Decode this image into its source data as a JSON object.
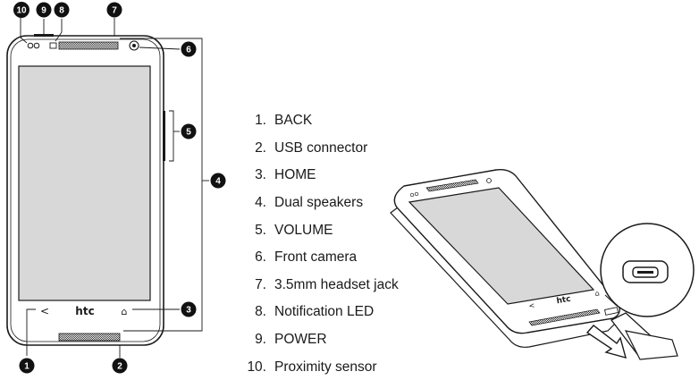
{
  "callouts": [
    "1",
    "2",
    "3",
    "4",
    "5",
    "6",
    "7",
    "8",
    "9",
    "10"
  ],
  "legend": [
    {
      "num": "1.",
      "label": "BACK"
    },
    {
      "num": "2.",
      "label": "USB connector"
    },
    {
      "num": "3.",
      "label": "HOME"
    },
    {
      "num": "4.",
      "label": "Dual speakers"
    },
    {
      "num": "5.",
      "label": "VOLUME"
    },
    {
      "num": "6.",
      "label": "Front camera"
    },
    {
      "num": "7.",
      "label": "3.5mm headset jack"
    },
    {
      "num": "8.",
      "label": "Notification LED"
    },
    {
      "num": "9.",
      "label": "POWER"
    },
    {
      "num": "10.",
      "label": "Proximity sensor"
    }
  ],
  "phone_front": {
    "brand": "htc",
    "back_glyph": "<",
    "home_glyph": "⌂"
  },
  "phone_angled": {
    "brand": "htc"
  },
  "colors": {
    "outline": "#1a1a1a",
    "screen": "#d6d6d6",
    "speaker": "#333333",
    "body": "#ffffff"
  }
}
